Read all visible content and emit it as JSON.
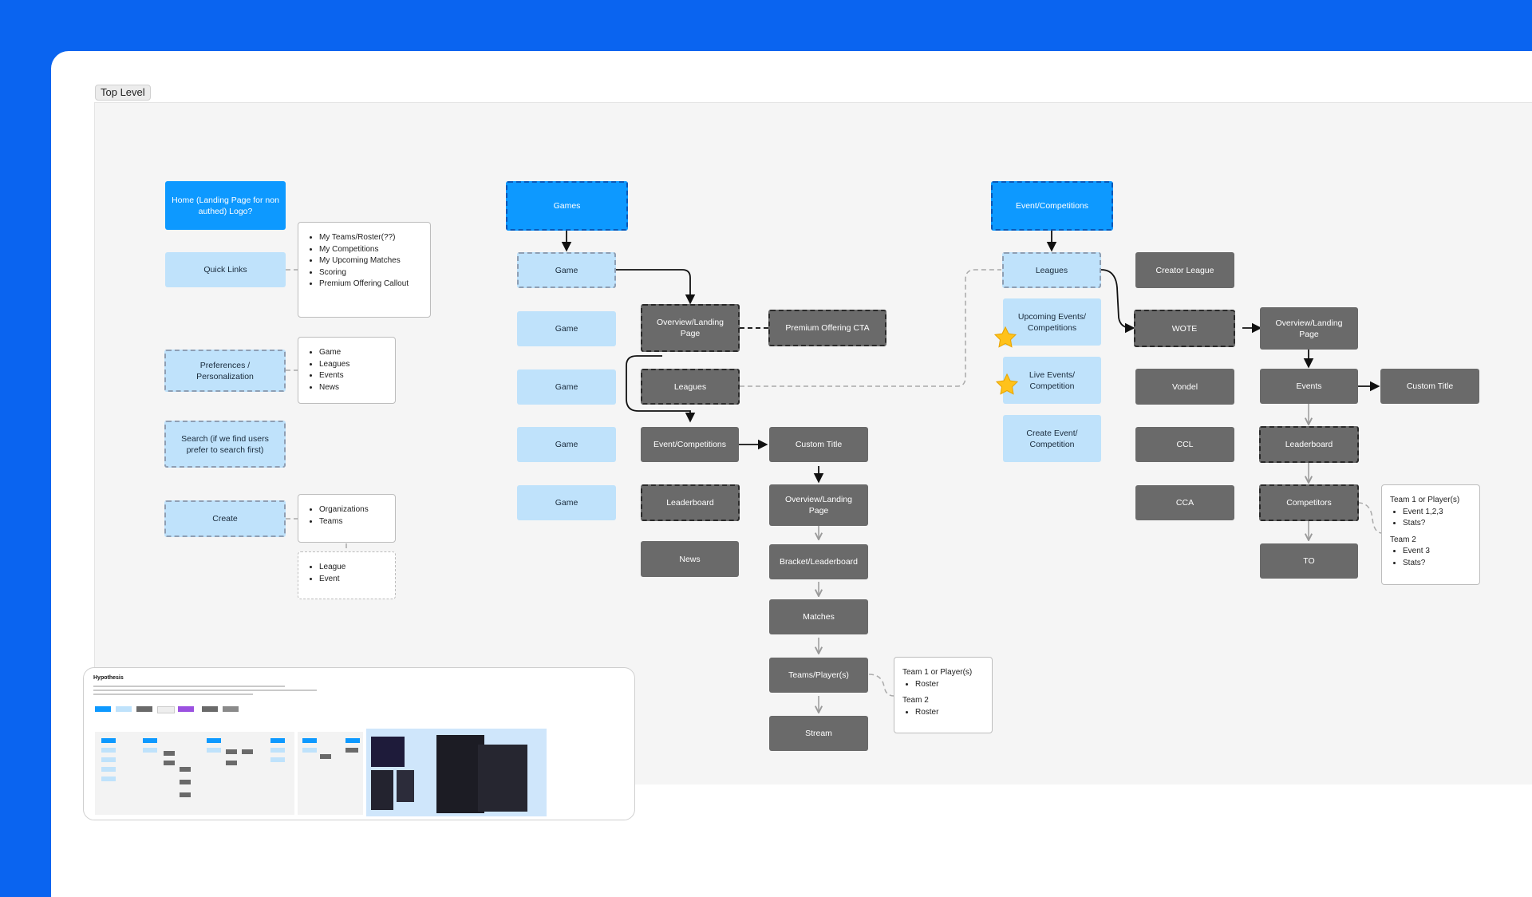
{
  "frame": {
    "label": "Top Level"
  },
  "colors": {
    "background": "#0A64F0",
    "blue": "#0D99FF",
    "light_blue": "#BFE2FB",
    "dark_gray": "#6A6A6A",
    "star": "#FFC21A"
  },
  "nav": {
    "home": "Home (Landing Page for non authed) Logo?",
    "quick_links": "Quick Links",
    "quick_links_list": [
      "My Teams/Roster(??)",
      "My Competitions",
      "My Upcoming Matches",
      "Scoring",
      "Premium Offering Callout"
    ],
    "preferences": "Preferences / Personalization",
    "preferences_list": [
      "Game",
      "Leagues",
      "Events",
      "News"
    ],
    "search": "Search (if we find users prefer to search first)",
    "create": "Create",
    "create_list": [
      "Organizations",
      "Teams"
    ],
    "create_list_2": [
      "League",
      "Event"
    ]
  },
  "games": {
    "header": "Games",
    "items": [
      "Game",
      "Game",
      "Game",
      "Game",
      "Game"
    ],
    "overview": "Overview/Landing Page",
    "premium_cta": "Premium Offering CTA",
    "leagues": "Leagues",
    "event_competitions": "Event/Competitions",
    "leaderboard": "Leaderboard",
    "news": "News",
    "custom_title": "Custom Title",
    "overview2": "Overview/Landing Page",
    "bracket": "Bracket/Leaderboard",
    "matches": "Matches",
    "teams_players": "Teams/Player(s)",
    "stream": "Stream",
    "teams_list": {
      "team1": "Team 1 or Player(s)",
      "team1_items": [
        "Roster"
      ],
      "team2": "Team 2",
      "team2_items": [
        "Roster"
      ]
    }
  },
  "events": {
    "header": "Event/Competitions",
    "leagues": "Leagues",
    "upcoming": "Upcoming Events/ Competitions",
    "live": "Live Events/ Competition",
    "create": "Create Event/ Competition",
    "creator_league": "Creator League",
    "wote": "WOTE",
    "vondel": "Vondel",
    "ccl": "CCL",
    "cca": "CCA",
    "overview": "Overview/Landing Page",
    "events": "Events",
    "custom_title": "Custom Title",
    "leaderboard": "Leaderboard",
    "competitors": "Competitors",
    "to": "TO",
    "teams_list": {
      "team1": "Team 1 or Player(s)",
      "team1_items": [
        "Event 1,2,3",
        "Stats?"
      ],
      "team2": "Team 2",
      "team2_items": [
        "Event 3",
        "Stats?"
      ]
    }
  },
  "thumbnail": {
    "title": "Hypothesis"
  }
}
